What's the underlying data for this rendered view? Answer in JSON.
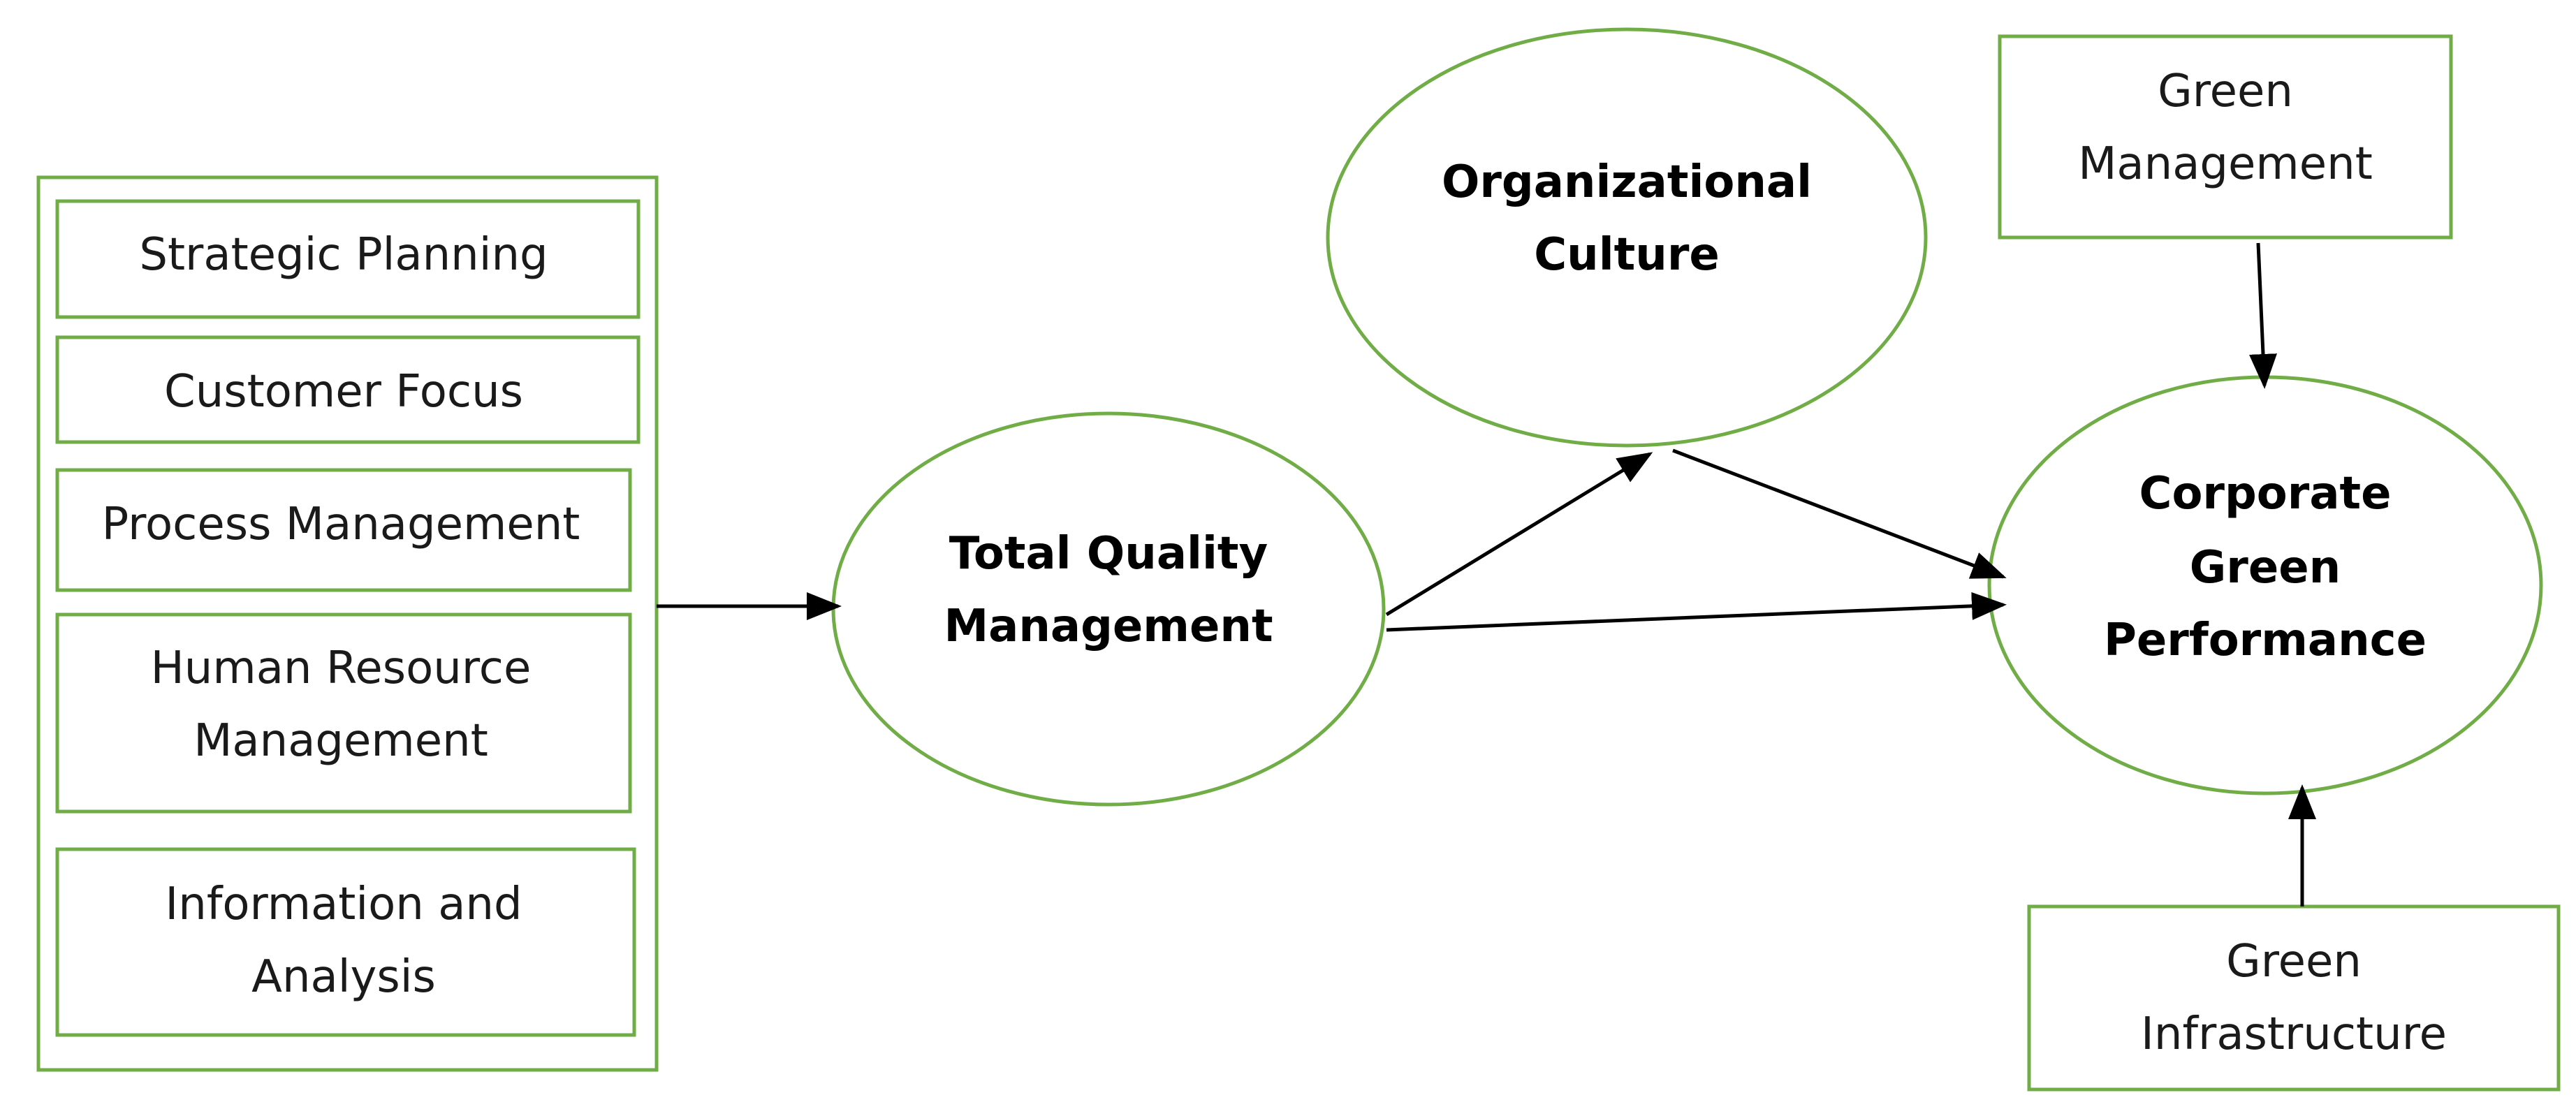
{
  "colors": {
    "node_border": "#70ad47",
    "arrow": "#000000",
    "text": "#1a1a1a",
    "background": "#ffffff"
  },
  "dimensions": {
    "strategic_planning": "Strategic Planning",
    "customer_focus": "Customer Focus",
    "process_management": "Process Management",
    "hrm_line1": "Human Resource",
    "hrm_line2": "Management",
    "info_line1": "Information and",
    "info_line2": "Analysis"
  },
  "nodes": {
    "tqm_line1": "Total Quality",
    "tqm_line2": "Management",
    "oc_line1": "Organizational",
    "oc_line2": "Culture",
    "cgp_line1": "Corporate",
    "cgp_line2": "Green",
    "cgp_line3": "Performance",
    "gm_line1": "Green",
    "gm_line2": "Management",
    "gi_line1": "Green",
    "gi_line2": "Infrastructure"
  }
}
